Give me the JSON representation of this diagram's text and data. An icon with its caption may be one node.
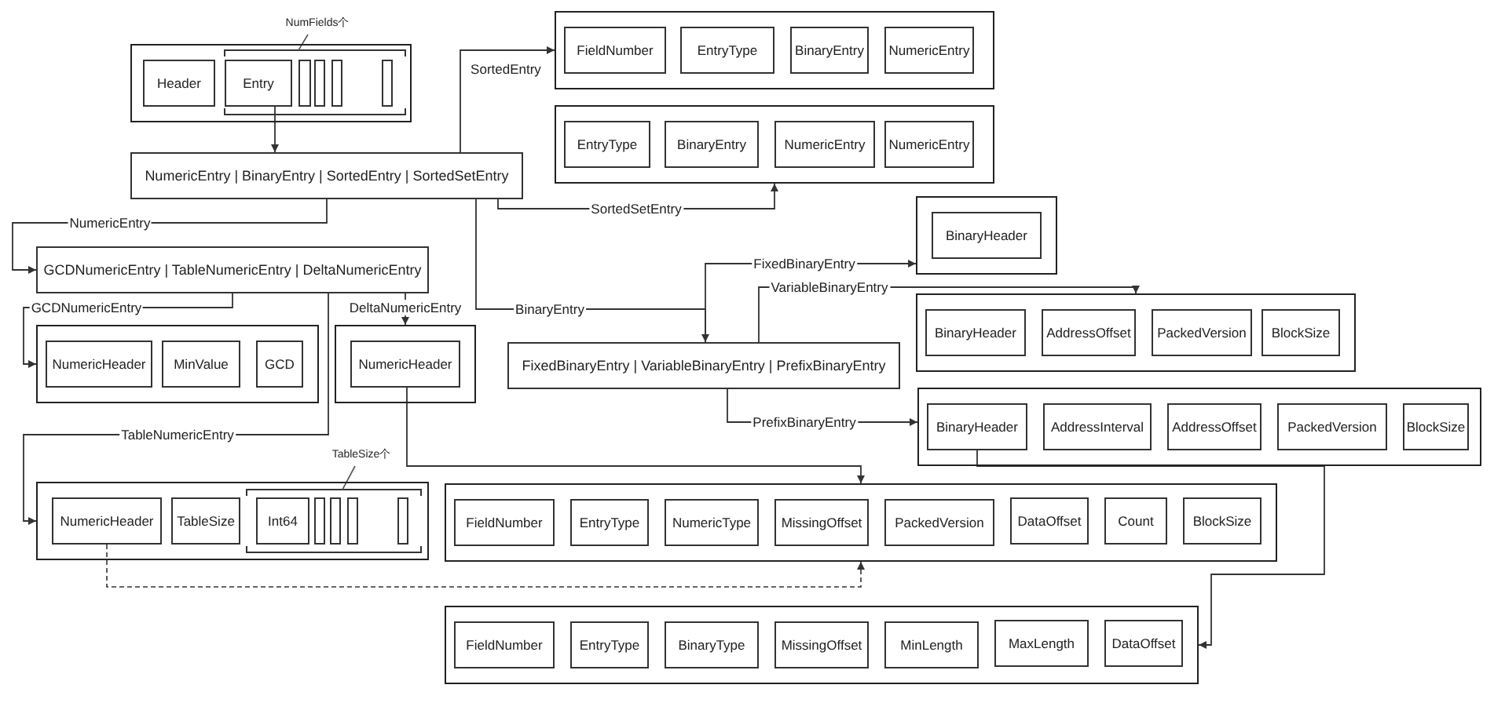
{
  "diagram": {
    "nodes": [
      {
        "text": [],
        "shape": "box"
      },
      {
        "text": [
          "Header"
        ],
        "in": 0
      },
      {
        "text": [
          "Entry"
        ],
        "in": 0
      },
      {
        "text": [],
        "shape": "bar",
        "in": 0
      },
      {
        "text": [],
        "shape": "bar",
        "in": 0
      },
      {
        "text": [],
        "shape": "bar",
        "in": 0
      },
      {
        "text": [],
        "shape": "bar",
        "in": 0
      },
      {
        "text": [
          "NumericEntry | BinaryEntry | SortedEntry | SortedSetEntry"
        ]
      },
      {
        "text": [],
        "shape": "box"
      },
      {
        "text": [
          "FieldNumber"
        ],
        "in": 8
      },
      {
        "text": [
          "EntryType"
        ],
        "in": 8
      },
      {
        "text": [
          "BinaryEntry"
        ],
        "in": 8
      },
      {
        "text": [
          "NumericEntry"
        ],
        "in": 8
      },
      {
        "text": [],
        "shape": "box"
      },
      {
        "text": [
          "EntryType"
        ],
        "in": 13
      },
      {
        "text": [
          "BinaryEntry"
        ],
        "in": 13
      },
      {
        "text": [
          "NumericEntry"
        ],
        "in": 13
      },
      {
        "text": [
          "NumericEntry"
        ],
        "in": 13
      },
      {
        "text": [
          "GCDNumericEntry | TableNumericEntry | DeltaNumericEntry"
        ]
      },
      {
        "text": [],
        "shape": "box"
      },
      {
        "text": [
          "NumericHeader"
        ],
        "in": 19
      },
      {
        "text": [
          "MinValue"
        ],
        "in": 19
      },
      {
        "text": [
          "GCD"
        ],
        "in": 19
      },
      {
        "text": [],
        "shape": "box"
      },
      {
        "text": [
          "NumericHeader"
        ],
        "in": 23
      },
      {
        "text": [
          "FixedBinaryEntry | VariableBinaryEntry | PrefixBinaryEntry"
        ]
      },
      {
        "text": [],
        "shape": "box"
      },
      {
        "text": [
          "BinaryHeader"
        ],
        "in": 26
      },
      {
        "text": [],
        "shape": "box"
      },
      {
        "text": [
          "BinaryHeader"
        ],
        "in": 28
      },
      {
        "text": [
          "AddressOffset"
        ],
        "in": 28
      },
      {
        "text": [
          "PackedVersion"
        ],
        "in": 28
      },
      {
        "text": [
          "BlockSize"
        ],
        "in": 28
      },
      {
        "text": [],
        "shape": "box"
      },
      {
        "text": [
          "BinaryHeader"
        ],
        "in": 33
      },
      {
        "text": [
          "AddressInterval"
        ],
        "in": 33
      },
      {
        "text": [
          "AddressOffset"
        ],
        "in": 33
      },
      {
        "text": [
          "PackedVersion"
        ],
        "in": 33
      },
      {
        "text": [
          "BlockSize"
        ],
        "in": 33
      },
      {
        "text": [],
        "shape": "box"
      },
      {
        "text": [
          "NumericHeader"
        ],
        "in": 39
      },
      {
        "text": [
          "TableSize"
        ],
        "in": 39
      },
      {
        "text": [
          "Int64"
        ],
        "in": 39
      },
      {
        "text": [],
        "shape": "bar",
        "in": 39
      },
      {
        "text": [],
        "shape": "bar",
        "in": 39
      },
      {
        "text": [],
        "shape": "bar",
        "in": 39
      },
      {
        "text": [],
        "shape": "bar",
        "in": 39
      },
      {
        "text": [],
        "shape": "box"
      },
      {
        "text": [
          "FieldNumber"
        ],
        "in": 47
      },
      {
        "text": [
          "EntryType"
        ],
        "in": 47
      },
      {
        "text": [
          "NumericType"
        ],
        "in": 47
      },
      {
        "text": [
          "MissingOffset"
        ],
        "in": 47
      },
      {
        "text": [
          "PackedVersion"
        ],
        "in": 47
      },
      {
        "text": [
          "DataOffset"
        ],
        "in": 47
      },
      {
        "text": [
          "Count"
        ],
        "in": 47
      },
      {
        "text": [
          "BlockSize"
        ],
        "in": 47
      },
      {
        "text": [],
        "shape": "box"
      },
      {
        "text": [
          "FieldNumber"
        ],
        "in": 56
      },
      {
        "text": [
          "EntryType"
        ],
        "in": 56
      },
      {
        "text": [
          "BinaryType"
        ],
        "in": 56
      },
      {
        "text": [
          "MissingOffset"
        ],
        "in": 56
      },
      {
        "text": [
          "MinLength"
        ],
        "in": 56
      },
      {
        "text": [
          "MaxLength"
        ],
        "in": 56
      },
      {
        "text": [
          "DataOffset"
        ],
        "in": 56
      }
    ],
    "edges": [
      {
        "from": 2,
        "to": 7,
        "arrow": "to"
      },
      {
        "from": 7,
        "to": 8,
        "arrow": "to",
        "label": "SortedEntry"
      },
      {
        "from": 7,
        "to": 13,
        "arrow": "to",
        "label": "SortedSetEntry"
      },
      {
        "from": 7,
        "to": 18,
        "arrow": "to",
        "label": "NumericEntry"
      },
      {
        "from": 7,
        "to": 25,
        "arrow": "to",
        "label": "BinaryEntry"
      },
      {
        "from": 25,
        "to": 26,
        "arrow": "to",
        "label": "FixedBinaryEntry"
      },
      {
        "from": 25,
        "to": 28,
        "arrow": "to",
        "label": "VariableBinaryEntry"
      },
      {
        "from": 25,
        "to": 33,
        "arrow": "to",
        "label": "PrefixBinaryEntry"
      },
      {
        "from": 18,
        "to": 19,
        "arrow": "to",
        "label": "GCDNumericEntry"
      },
      {
        "from": 18,
        "to": 23,
        "arrow": "to",
        "label": "DeltaNumericEntry"
      },
      {
        "from": 18,
        "to": 39,
        "arrow": "to",
        "label": "TableNumericEntry"
      },
      {
        "from": 24,
        "to": 47,
        "arrow": "to"
      },
      {
        "from": 34,
        "to": 56,
        "arrow": "to"
      },
      {
        "from": 40,
        "to": 47,
        "arrow": "to",
        "style": "dashed"
      }
    ],
    "labels": [
      "NumFields个",
      "TableSize个"
    ]
  }
}
